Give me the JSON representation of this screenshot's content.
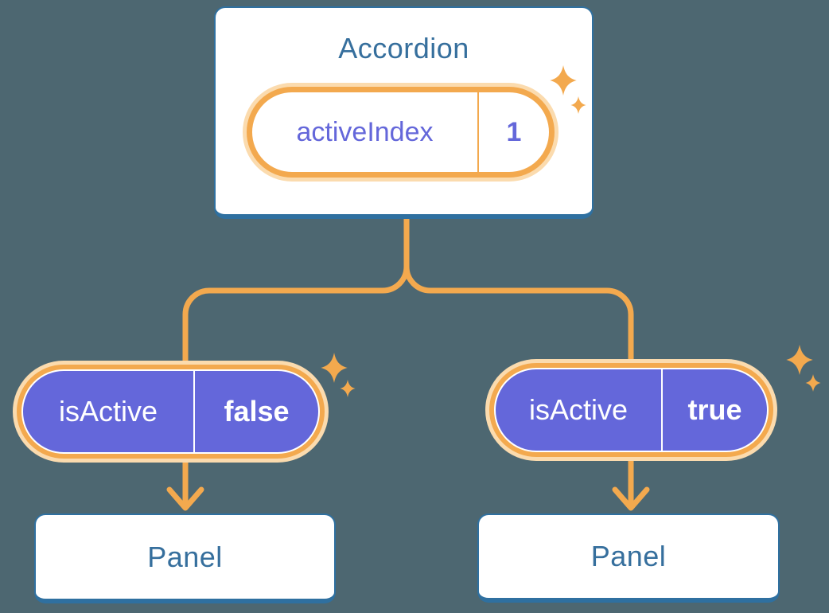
{
  "colors": {
    "background": "#4D6771",
    "card_bg": "#FFFFFF",
    "card_border": "#2F70A0",
    "heading_text": "#366F9D",
    "orange": "#F3A94E",
    "orange_pale": "#FBDBAE",
    "purple": "#6467DA",
    "pill_text_light": "#FFFFFF"
  },
  "icons": {
    "sparkles_icon": "✦",
    "arrow_down_icon": "⌄"
  },
  "accordion": {
    "title": "Accordion",
    "state_name": "activeIndex",
    "state_value": "1"
  },
  "left_child": {
    "prop_name": "isActive",
    "prop_value": "false",
    "panel_label": "Panel"
  },
  "right_child": {
    "prop_name": "isActive",
    "prop_value": "true",
    "panel_label": "Panel"
  }
}
